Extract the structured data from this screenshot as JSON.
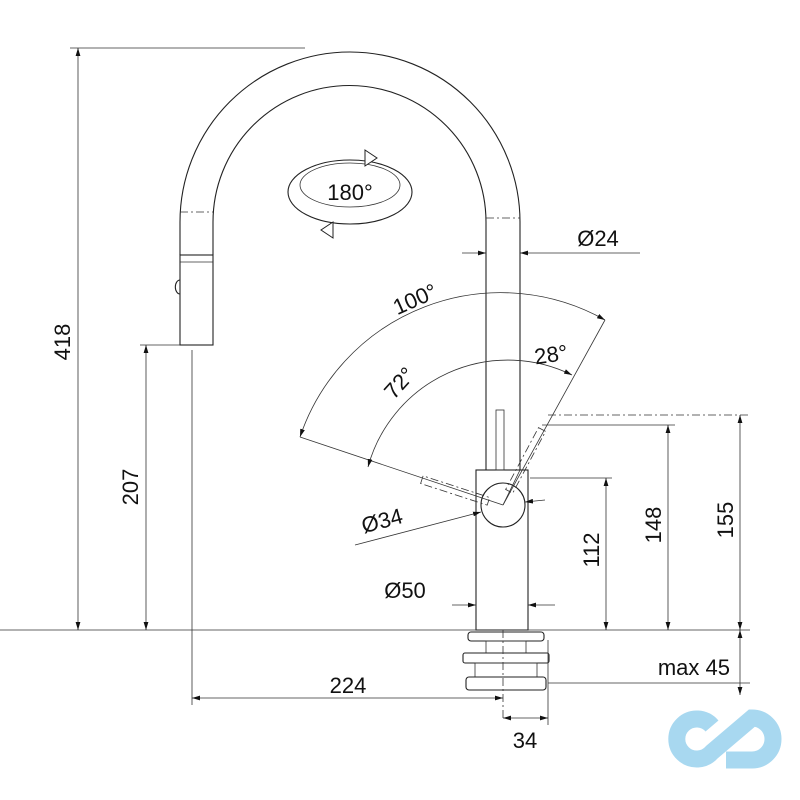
{
  "dimensions": {
    "total_height": "418",
    "outlet_height": "207",
    "reach": "224",
    "base_offset": "34",
    "max_thickness": "max 45",
    "body_height": "112",
    "lever_height": "148",
    "lever_max_height": "155",
    "spout_diameter": "Ø24",
    "lever_diameter": "Ø34",
    "base_diameter": "Ø50",
    "lever_angle_total": "100°",
    "lever_angle_left": "72°",
    "lever_angle_right": "28°",
    "spout_rotation": "180°"
  },
  "colors": {
    "line": "#222222",
    "logo": "#a8d8f0"
  },
  "logo": {
    "icon": "infinity-cd-logo"
  }
}
